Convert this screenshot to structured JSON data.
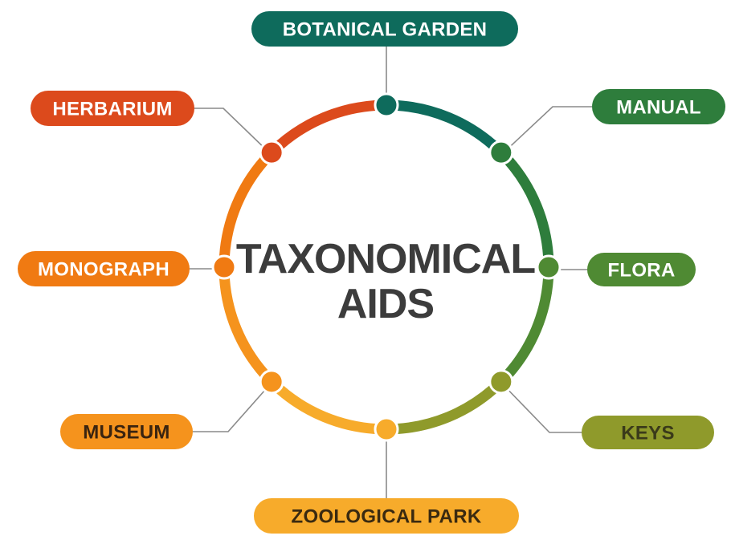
{
  "center": {
    "line1": "TAXONOMICAL",
    "line2": "AIDS",
    "color": "#3c3c3c"
  },
  "nodes": [
    {
      "id": "botanical-garden",
      "label": "BOTANICAL GARDEN",
      "pill_color": "#0e6b5c",
      "dot_color": "#0e6b5c",
      "text_color": "#ffffff"
    },
    {
      "id": "manual",
      "label": "MANUAL",
      "pill_color": "#2e7d3c",
      "dot_color": "#2e7d3c",
      "text_color": "#ffffff"
    },
    {
      "id": "flora",
      "label": "FLORA",
      "pill_color": "#4f8a33",
      "dot_color": "#4f8a33",
      "text_color": "#ffffff"
    },
    {
      "id": "keys",
      "label": "KEYS",
      "pill_color": "#8f9a2b",
      "dot_color": "#8f9a2b",
      "text_color": "#3a3a1a"
    },
    {
      "id": "zoological-park",
      "label": "ZOOLOGICAL PARK",
      "pill_color": "#f7ab2b",
      "dot_color": "#f7ab2b",
      "text_color": "#3a2a10"
    },
    {
      "id": "museum",
      "label": "MUSEUM",
      "pill_color": "#f5931d",
      "dot_color": "#f5931d",
      "text_color": "#3a2410"
    },
    {
      "id": "monograph",
      "label": "MONOGRAPH",
      "pill_color": "#f07a12",
      "dot_color": "#f07a12",
      "text_color": "#ffffff"
    },
    {
      "id": "herbarium",
      "label": "HERBARIUM",
      "pill_color": "#dc4a1c",
      "dot_color": "#dc4a1c",
      "text_color": "#ffffff"
    }
  ],
  "connector_color": "#8a8a8a"
}
